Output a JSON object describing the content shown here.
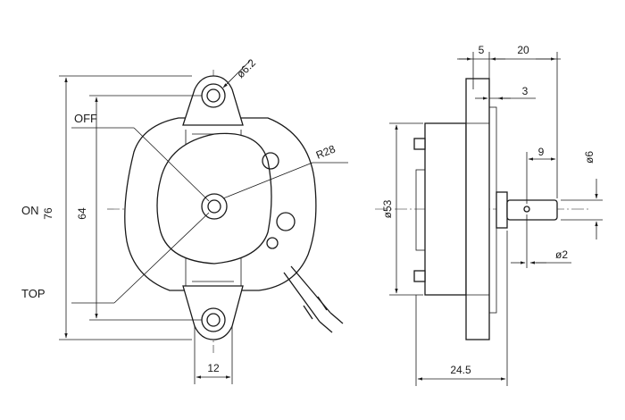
{
  "labels": {
    "off": "OFF",
    "on": "ON",
    "top": "TOP"
  },
  "front_view": {
    "dim_height_outer": "76",
    "dim_height_holes": "64",
    "dim_hole_dia": "ø6.2",
    "dim_radius": "R28",
    "dim_width_bottom": "12"
  },
  "side_view": {
    "dim_flange": "5",
    "dim_shaft_length": "20",
    "dim_flange_step": "3",
    "dim_shaft_tip": "9",
    "dim_shaft_dia": "ø6",
    "dim_body_dia": "ø53",
    "dim_pin_dia": "ø2",
    "dim_depth": "24.5"
  },
  "colors": {
    "line": "#1a1a1a",
    "background": "#ffffff"
  }
}
